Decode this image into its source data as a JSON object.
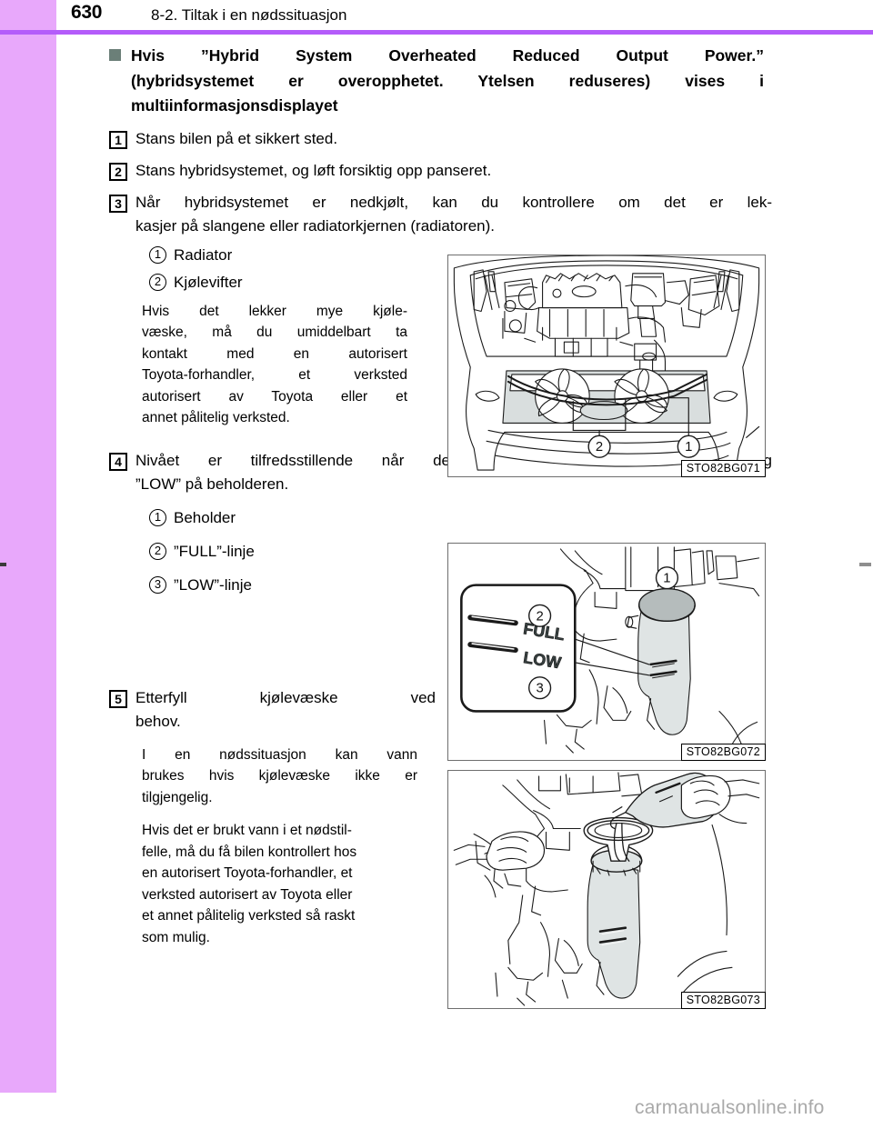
{
  "page": {
    "number": "630",
    "header_title": "8-2. Tiltak i en nødssituasjon",
    "watermark": "carmanualsonline.info",
    "accent_rule_color": "#b45cfa",
    "tab_color": "#e8a8fb",
    "bullet_color": "#6b7f78"
  },
  "section": {
    "heading_lines": [
      "Hvis ”Hybrid System Overheated Reduced Output Power.”",
      "(hybridsystemet er overopphetet. Ytelsen reduseres) vises i",
      "multiinformasjonsdisplayet"
    ]
  },
  "steps": [
    {
      "number": "1",
      "lines": [
        "Stans bilen på et sikkert sted."
      ]
    },
    {
      "number": "2",
      "lines": [
        "Stans hybridsystemet, og løft forsiktig opp panseret."
      ]
    },
    {
      "number": "3",
      "lines": [
        "Når hybridsystemet er nedkjølt, kan du kontrollere om det er lek-",
        "kasjer på slangene eller radiatorkjernen (radiatoren)."
      ],
      "callouts": [
        {
          "number": "1",
          "label": "Radiator"
        },
        {
          "number": "2",
          "label": "Kjølevifter"
        }
      ],
      "notes": [
        [
          "Hvis det lekker mye kjøle-",
          "væske, må du umiddelbart ta",
          "kontakt med en autorisert",
          "Toyota-forhandler, et verksted",
          "autorisert av Toyota eller et",
          "annet pålitelig verksted."
        ]
      ]
    },
    {
      "number": "4",
      "lines": [
        "Nivået er tilfredsstillende når det er mellom linjene ”FULL” og",
        "”LOW” på beholderen."
      ],
      "callouts": [
        {
          "number": "1",
          "label": "Beholder"
        },
        {
          "number": "2",
          "label": "”FULL”-linje"
        },
        {
          "number": "3",
          "label": "”LOW”-linje"
        }
      ]
    },
    {
      "number": "5",
      "lines": [
        "Etterfyll kjølevæske ved",
        "behov."
      ],
      "notes": [
        [
          "I en nødssituasjon kan vann",
          "brukes hvis kjølevæske ikke er",
          "tilgjengelig."
        ],
        [
          "Hvis det er brukt vann i et nødstil-",
          "felle, må du få bilen kontrollert hos",
          "en autorisert Toyota-forhandler, et",
          "verksted autorisert av Toyota eller",
          "et annet pålitelig verksted så raskt",
          "som mulig."
        ]
      ]
    }
  ],
  "figures": [
    {
      "id": "fig-1",
      "code": "STO82BG071",
      "caption": "Front engine bay view showing radiator and cooling fans",
      "markers": [
        "2",
        "1"
      ]
    },
    {
      "id": "fig-2",
      "code": "STO82BG072",
      "caption": "Coolant reservoir with FULL and LOW level lines",
      "markers": [
        "1",
        "2",
        "3"
      ],
      "inset_labels": [
        "FULL",
        "LOW"
      ]
    },
    {
      "id": "fig-3",
      "code": "STO82BG073",
      "caption": "Adding coolant into the reservoir with a funnel",
      "markers": []
    }
  ]
}
